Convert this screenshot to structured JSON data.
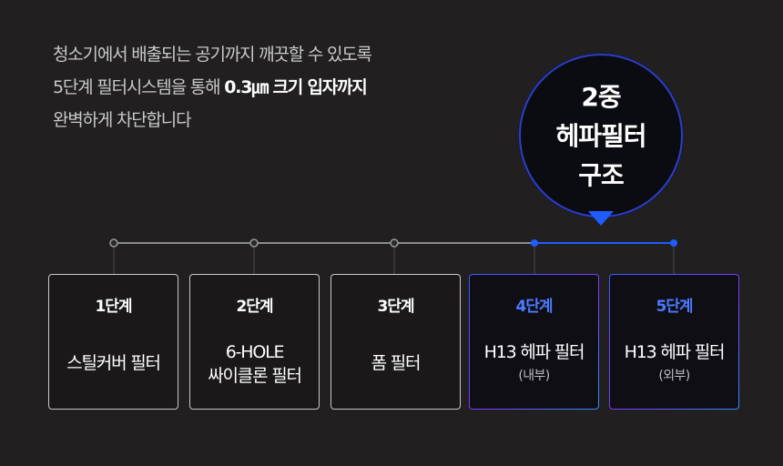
{
  "intro": {
    "line1": "청소기에서 배출되는 공기까지 깨끗할 수 있도록",
    "line2_pre": "5단계 필터시스템을 통해 ",
    "line2_bold": "0.3㎛ 크기 입자까지",
    "line3": "완벽하게 차단합니다"
  },
  "badge": {
    "line1": "2중",
    "line2": "헤파필터",
    "line3": "구조"
  },
  "colors": {
    "background": "#211f20",
    "accent": "#1f5dff",
    "step_highlight": "#4d7bff"
  },
  "stages": [
    {
      "step": "1단계",
      "name_lines": [
        "스틸커버 필터"
      ],
      "sub": ""
    },
    {
      "step": "2단계",
      "name_lines": [
        "6-HOLE",
        "싸이클론 필터"
      ],
      "sub": ""
    },
    {
      "step": "3단계",
      "name_lines": [
        "폼 필터"
      ],
      "sub": ""
    },
    {
      "step": "4단계",
      "name_lines": [
        "H13 헤파 필터"
      ],
      "sub": "(내부)"
    },
    {
      "step": "5단계",
      "name_lines": [
        "H13 헤파 필터"
      ],
      "sub": "(외부)"
    }
  ]
}
